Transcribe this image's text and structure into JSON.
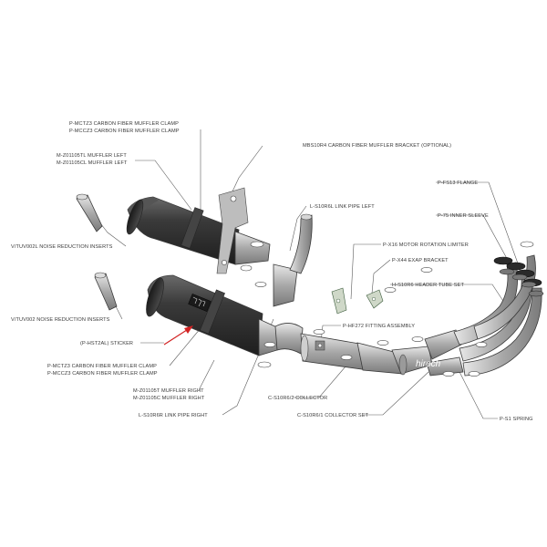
{
  "labels": {
    "clamp_top_1": "P-MCTZ3  CARBON FIBER MUFFLER CLAMP",
    "clamp_top_2": "P-MCCZ3  CARBON FIBER MUFFLER CLAMP",
    "muffler_left_1": "M-Z01105TL  MUFFLER LEFT",
    "muffler_left_2": "M-Z01105CL  MUFFLER LEFT",
    "bracket": "MBS10R4  CARBON FIBER MUFFLER BRACKET (OPTIONAL)",
    "link_pipe_left": "L-S10R6L  LINK PIPE LEFT",
    "flange": "P-FS13  FLANGE",
    "inner_sleeve": "P-75 INNER SLEEVE",
    "noise_left": "V/TUV002L  NOISE REDUCTION INSERTS",
    "motor_limiter": "P-X16  MOTOR ROTATION LIMITER",
    "exap_bracket": "P-X44  EXAP BRACKET",
    "header_tube": "H-S10R6  HEADER TUBE SET",
    "noise_right": "V/TUV002  NOISE REDUCTION INSERTS",
    "fitting": "P-HF272  FITTING ASSEMBLY",
    "sticker": "(P-HST2AL)  STICKER",
    "clamp_bottom_1": "P-MCTZ3  CARBON FIBER MUFFLER CLAMP",
    "clamp_bottom_2": "P-MCCZ3  CARBON FIBER MUFFLER CLAMP",
    "muffler_right_1": "M-Z01105T  MUFFLER RIGHT",
    "muffler_right_2": "M-Z01105C  MUFFLER RIGHT",
    "link_pipe_right": "L-S10R6R  LINK PIPE RIGHT",
    "collector": "C-S10R6/2  COLLECTOR",
    "collector_set": "C-S10R6/1  COLLECTOR SET",
    "spring": "P-S1 SPRING"
  },
  "watermark": "hiroch",
  "colors": {
    "line": "#5a5a5a",
    "muffler_dark": "#2e2e2e",
    "metal_mid": "#a0a0a0",
    "metal_light": "#d6d6d6",
    "arrow": "#d22222",
    "text": "#3a3a3a"
  }
}
